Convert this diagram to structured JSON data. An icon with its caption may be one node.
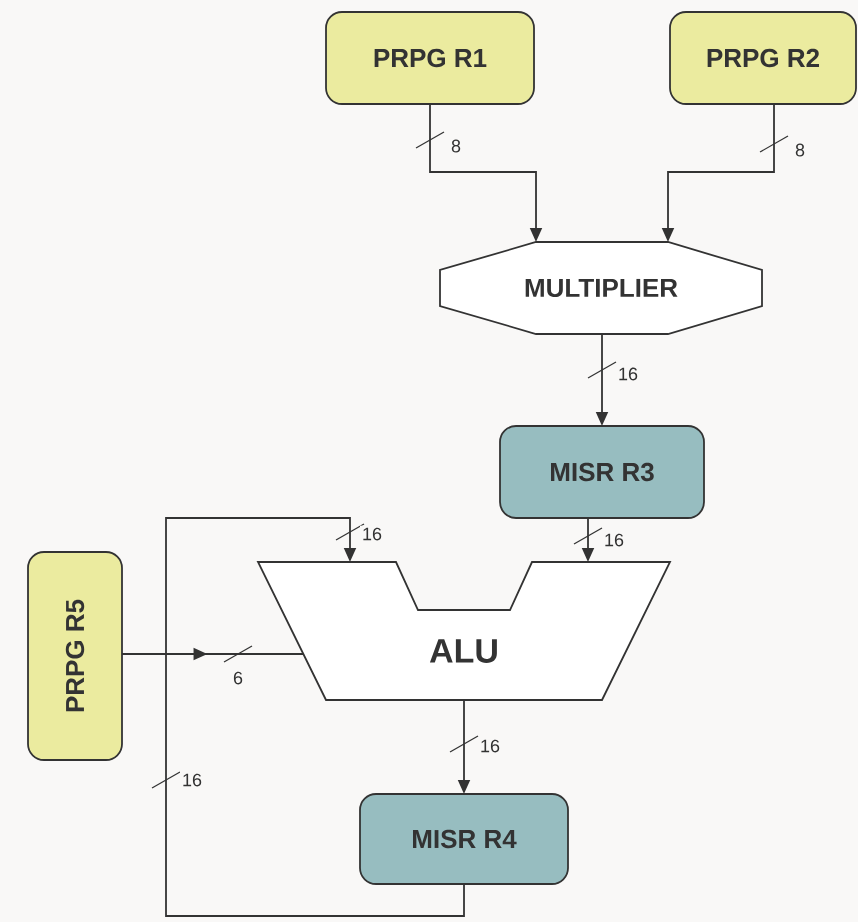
{
  "diagram": {
    "nodes": [
      {
        "text": [
          "PRPG R1"
        ]
      },
      {
        "text": [
          "PRPG R2"
        ]
      },
      {
        "text": [
          "MULTIPLIER"
        ]
      },
      {
        "text": [
          "MISR R3"
        ]
      },
      {
        "text": [
          "ALU"
        ]
      },
      {
        "text": [
          "PRPG R5"
        ]
      },
      {
        "text": [
          "MISR R4"
        ]
      }
    ],
    "edges": [
      {
        "from": 0,
        "to": 2,
        "arrow": "to",
        "label": "8"
      },
      {
        "from": 1,
        "to": 2,
        "arrow": "to",
        "label": "8"
      },
      {
        "from": 2,
        "to": 3,
        "arrow": "to",
        "label": "16"
      },
      {
        "from": 3,
        "to": 4,
        "arrow": "to",
        "label": "16"
      },
      {
        "from": 5,
        "to": 4,
        "arrow": "to",
        "label": "6"
      },
      {
        "from": 4,
        "to": 6,
        "arrow": "to",
        "label": "16"
      },
      {
        "from": 6,
        "to": 4,
        "arrow": "to",
        "label": "16"
      }
    ],
    "labels": [
      "16"
    ]
  }
}
